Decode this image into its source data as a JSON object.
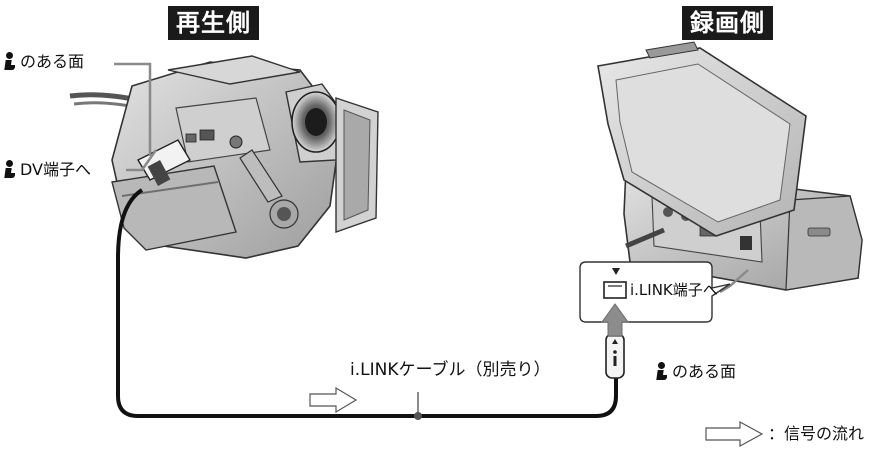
{
  "headings": {
    "playback_side": "再生側",
    "recording_side": "録画側"
  },
  "labels": {
    "ilink_face_top": "のある面",
    "dv_terminal": "DV端子へ",
    "ilink_terminal": "i.LINK端子へ",
    "cable": "i.LINKケーブル（別売り）",
    "ilink_face_plug": "のある面",
    "legend_signal_flow": "：信号の流れ"
  },
  "icons": [
    "ilink-logo-icon",
    "signal-arrow-icon",
    "up-arrow-icon",
    "triangle-marker-icon"
  ],
  "colors": {
    "cable": "#111111",
    "leader": "#8a8a8a",
    "device_body": "#c9c9c9",
    "device_shadow": "#8f8f8f",
    "badge_bg": "#1a1a1a"
  }
}
